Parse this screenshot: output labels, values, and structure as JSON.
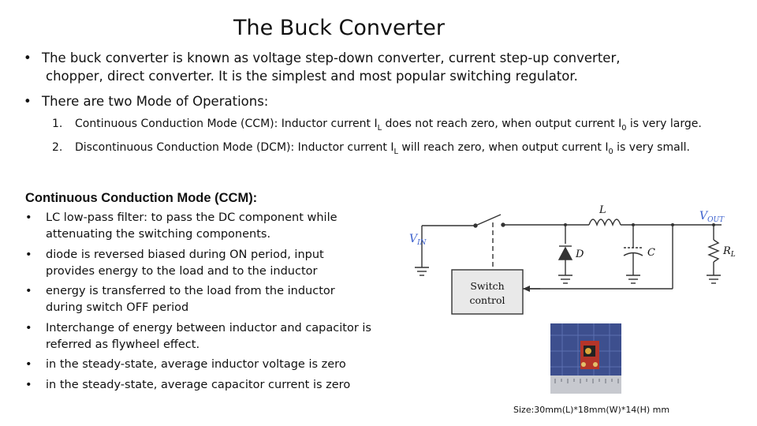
{
  "title": "The Buck Converter",
  "bullet1": {
    "line1": "The buck converter is known as voltage step-down converter, current step-up converter,",
    "line2": "chopper, direct converter.  It is the simplest and most popular switching regulator."
  },
  "bullet2": "There are two Mode of Operations:",
  "modes": [
    {
      "num": "1.",
      "pre": "Continuous Conduction Mode (CCM): Inductor current I",
      "sub1": "L",
      "mid": " does not reach zero, when output current I",
      "sub2": "0",
      "post": " is very large."
    },
    {
      "num": "2.",
      "pre": "Discontinuous Conduction Mode (DCM): Inductor current I",
      "sub1": "L",
      "mid": " will reach zero, when output current I",
      "sub2": "0",
      "post": " is very small."
    }
  ],
  "ccm_heading": "Continuous Conduction Mode (CCM):",
  "ccm_points": [
    [
      "LC low-pass filter: to pass  the DC component while",
      "attenuating the switching components."
    ],
    [
      "diode is reversed biased during ON period, input",
      "provides energy to the load and to the inductor"
    ],
    [
      "energy is transferred to the load from the inductor",
      "during switch OFF period"
    ],
    [
      "Interchange of energy between inductor and capacitor is",
      "referred as flywheel effect."
    ],
    [
      "in the steady-state, average inductor voltage is zero"
    ],
    [
      "in the steady-state, average capacitor current is zero"
    ]
  ],
  "circuit": {
    "inductor": "L",
    "diode": "D",
    "capacitor": "C",
    "vin": "V",
    "vin_sub": "IN",
    "vout": "V",
    "vout_sub": "OUT",
    "rl": "R",
    "rl_sub": "L",
    "box_line1": "Switch",
    "box_line2": "control"
  },
  "size_caption": "Size:30mm(L)*18mm(W)*14(H) mm"
}
